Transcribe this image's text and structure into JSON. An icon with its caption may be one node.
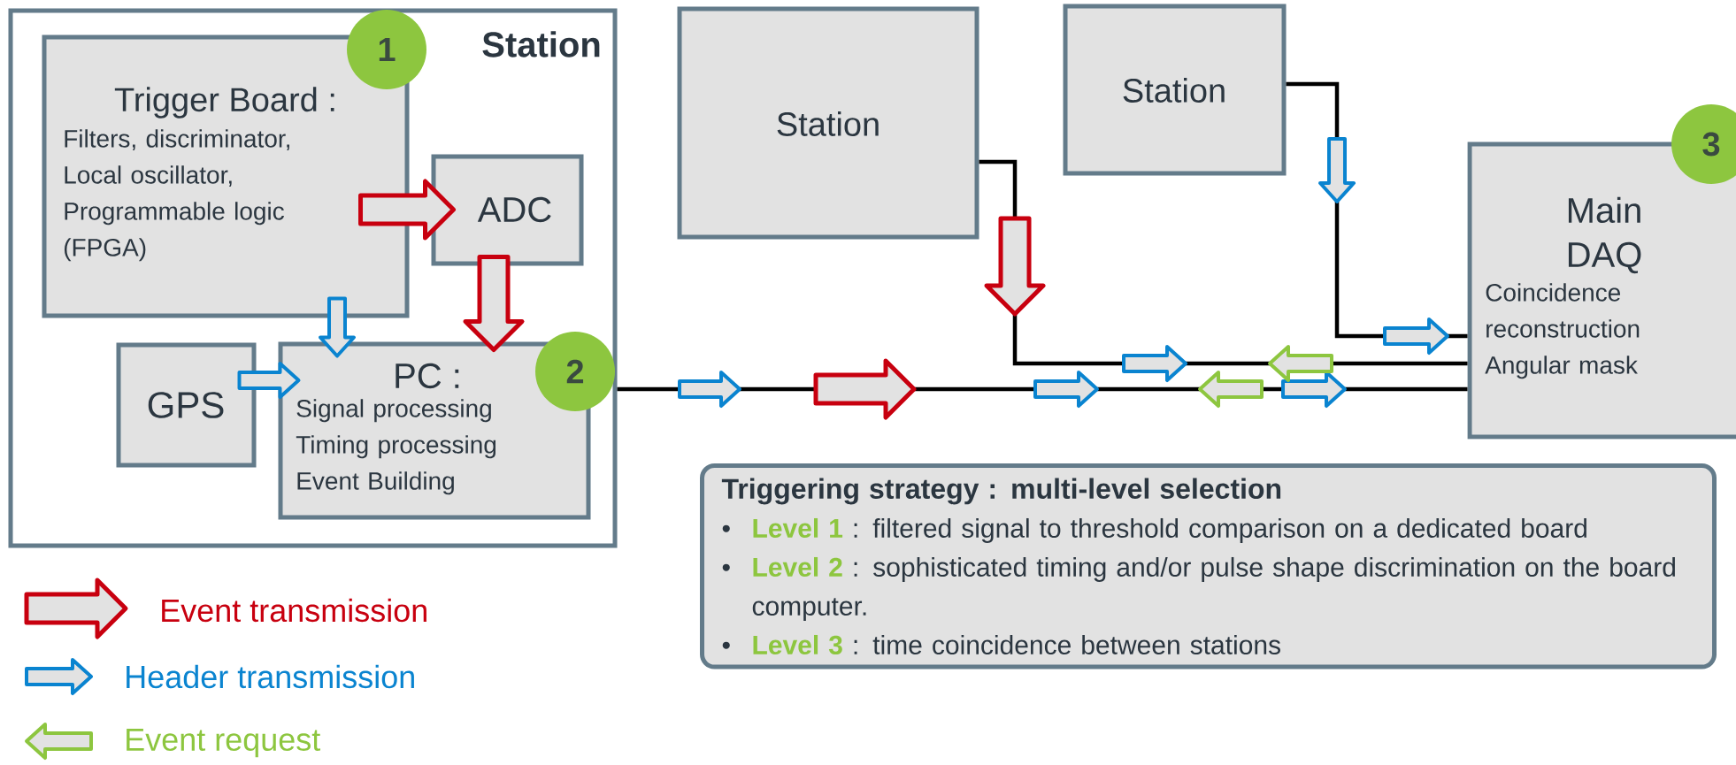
{
  "diagram": {
    "nodes": [
      {
        "text": [
          "Station"
        ]
      },
      {
        "text": [
          "1"
        ],
        "in": 0
      },
      {
        "text": [
          "Trigger Board :",
          "Filters, discriminator, Local oscillator, Programmable logic (FPGA)"
        ],
        "in": 0
      },
      {
        "text": [
          "ADC"
        ],
        "in": 0
      },
      {
        "text": [
          "GPS"
        ],
        "in": 0
      },
      {
        "text": [
          "PC :",
          "Signal processing Timing processing Event Building"
        ],
        "in": 0
      },
      {
        "text": [
          "2"
        ],
        "in": 0
      },
      {
        "text": [
          "Station"
        ]
      },
      {
        "text": [
          "Station"
        ]
      },
      {
        "text": [
          "Main DAQ",
          "Coincidence reconstruction Angular mask"
        ]
      },
      {
        "text": [
          "3"
        ]
      },
      {
        "text": [
          "Triggering strategy : multi-level selection",
          "**Level 1** : filtered signal to threshold comparison on a dedicated board",
          "**Level 2** : sophisticated timing and/or pulse shape discrimination on the board computer.",
          "**Level 3** : time coincidence between stations"
        ]
      }
    ],
    "edges": [
      {
        "from": 2,
        "to": 3,
        "arrow": "to",
        "style": "thick",
        "color": "#c8000f"
      },
      {
        "from": 3,
        "to": 5,
        "arrow": "to",
        "style": "thick",
        "color": "#c8000f"
      },
      {
        "from": 2,
        "to": 5,
        "arrow": "to",
        "style": "thick",
        "color": "#0a84d0"
      },
      {
        "from": 4,
        "to": 5,
        "arrow": "to",
        "style": "thick",
        "color": "#0a84d0"
      },
      {
        "from": 0,
        "to": 9,
        "arrow": "none",
        "color": "#000000"
      },
      {
        "from": 7,
        "to": 9,
        "arrow": "none",
        "color": "#000000"
      },
      {
        "from": 8,
        "to": 9,
        "arrow": "none",
        "color": "#000000"
      }
    ],
    "labels": [
      "•",
      "•",
      "•"
    ],
    "legend": [
      {
        "text": "Event transmission"
      },
      {
        "text": "Header transmission"
      },
      {
        "text": "Event request"
      }
    ]
  }
}
